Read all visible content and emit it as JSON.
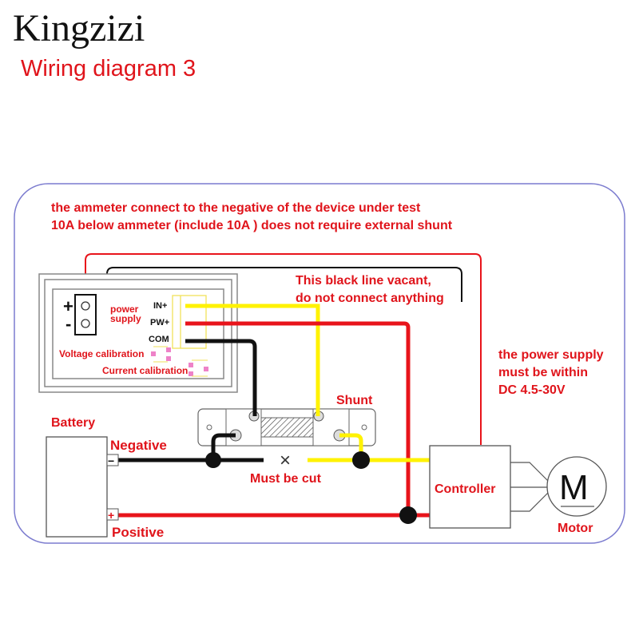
{
  "header": {
    "brand": "Kingzizi",
    "title": "Wiring diagram 3"
  },
  "notes": {
    "top_line1": "the ammeter connect to the negative of the device under test",
    "top_line2": "10A below ammeter (include 10A ) does not require external shunt",
    "vacant_line1": "This black line vacant,",
    "vacant_line2": "do not connect anything",
    "power_line1": "the power supply",
    "power_line2": "must be within",
    "power_line3": "DC 4.5-30V"
  },
  "meter": {
    "plus": "+",
    "minus": "-",
    "power_label1": "power",
    "power_label2": "supply",
    "terminal_in": "IN+",
    "terminal_pw": "PW+",
    "terminal_com": "COM",
    "voltage_cal": "Voltage calibration",
    "current_cal": "Current calibration"
  },
  "components": {
    "shunt": "Shunt",
    "battery": "Battery",
    "negative": "Negative",
    "positive": "Positive",
    "neg_symbol": "−",
    "pos_symbol": "+",
    "must_cut": "Must be cut",
    "cut_mark": "×",
    "controller": "Controller",
    "motor_symbol": "M",
    "motor": "Motor"
  },
  "colors": {
    "red_text": "#e0141b",
    "wire_red": "#e8141b",
    "wire_yellow": "#fff200",
    "wire_black": "#111111",
    "border_blue": "#7070cc",
    "calib_pink": "#ee82c8"
  }
}
